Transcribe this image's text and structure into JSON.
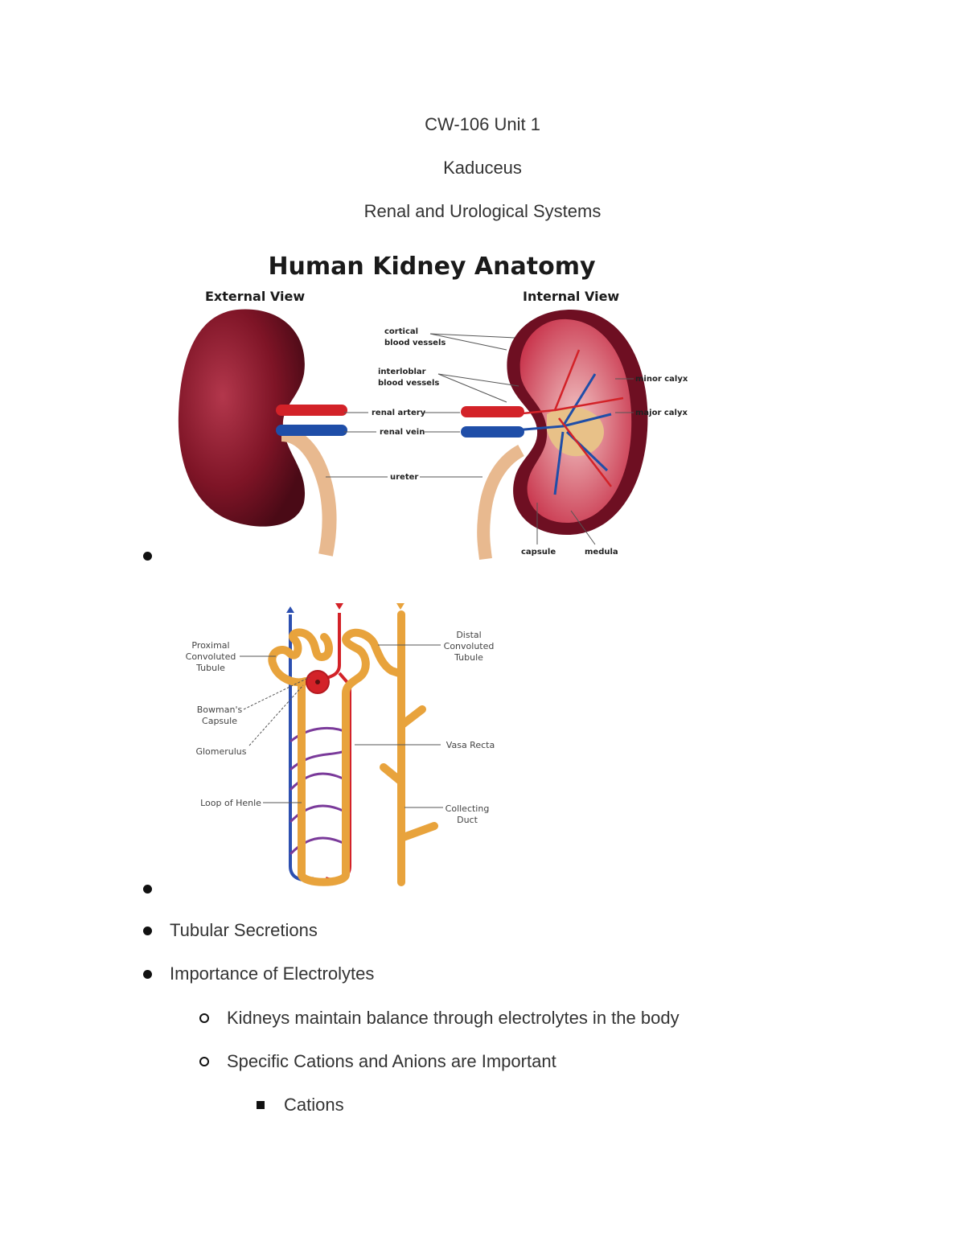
{
  "header": {
    "course": "CW-106 Unit 1",
    "org": "Kaduceus",
    "topic": "Renal and Urological Systems"
  },
  "kidney_figure": {
    "title": "Human Kidney Anatomy",
    "external_view": "External View",
    "internal_view": "Internal View",
    "labels": {
      "cortical_1": "cortical",
      "cortical_2": "blood vessels",
      "interlobar_1": "interloblar",
      "interlobar_2": "blood vessels",
      "renal_artery": "renal artery",
      "renal_vein": "renal vein",
      "ureter": "ureter",
      "minor_calyx": "minor calyx",
      "major_calyx": "major calyx",
      "capsule": "capsule",
      "medula": "medula"
    },
    "colors": {
      "kidney": "#8c1a2e",
      "artery": "#d32228",
      "vein": "#1f4ea8",
      "ureter": "#e8b98f"
    }
  },
  "nephron_figure": {
    "labels": {
      "pct_1": "Proximal",
      "pct_2": "Convoluted",
      "pct_3": "Tubule",
      "bowman_1": "Bowman's",
      "bowman_2": "Capsule",
      "glomerulus": "Glomerulus",
      "loop": "Loop of Henle",
      "dct_1": "Distal",
      "dct_2": "Convoluted",
      "dct_3": "Tubule",
      "vasa": "Vasa Recta",
      "cd_1": "Collecting",
      "cd_2": "Duct"
    },
    "colors": {
      "tubule": "#e8a33c",
      "artery": "#d32228",
      "vein": "#2c4fb0"
    }
  },
  "bullets": {
    "tubular": "Tubular Secretions",
    "electrolytes": "Importance of Electrolytes",
    "sub1": "Kidneys maintain balance through electrolytes in the body",
    "sub2": "Specific Cations and Anions are Important",
    "cations": "Cations"
  }
}
